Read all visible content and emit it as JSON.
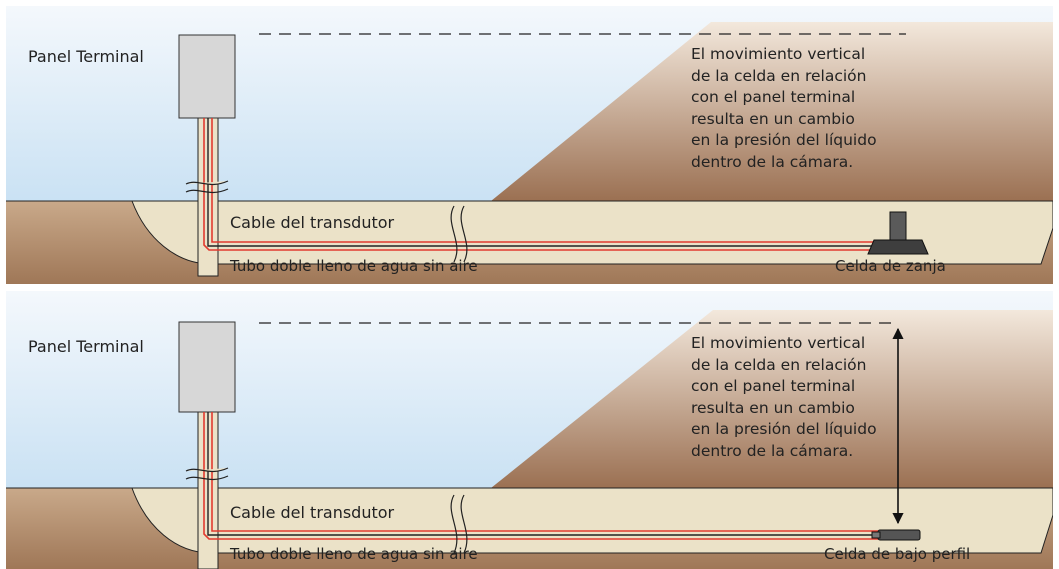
{
  "colors": {
    "sky_top": "#f4f8fc",
    "sky_bottom": "#b8d8f0",
    "embankment_top": "#f3e8dc",
    "embankment_bottom": "#9b7052",
    "ground_light": "#ebe2c8",
    "ground_dark": "#a27b5c",
    "panel_box": "#d7d7d7",
    "tube_red": "#e23b2f",
    "cell_dark": "#4a4a4a"
  },
  "icons": [
    "terminal-panel-box",
    "trench-cell",
    "low-profile-cell",
    "vertical-double-arrow",
    "break-symbol"
  ],
  "top": {
    "panel_label": "Panel Terminal",
    "cable_label": "Cable del transdutor",
    "tube_label": "Tubo doble lleno de agua sin aire",
    "cell_label": "Celda de zanja",
    "description": [
      "El movimiento vertical",
      "de la celda en relación",
      "con el panel terminal",
      "resulta en un cambio",
      "en la presión del líquido",
      "dentro de la cámara."
    ]
  },
  "bottom": {
    "panel_label": "Panel Terminal",
    "cable_label": "Cable del transdutor",
    "tube_label": "Tubo doble lleno de agua sin aire",
    "cell_label": "Celda de bajo perfil",
    "description": [
      "El movimiento vertical",
      "de la celda en relación",
      "con el panel terminal",
      "resulta en un cambio",
      "en la presión del líquido",
      "dentro de la cámara."
    ]
  }
}
